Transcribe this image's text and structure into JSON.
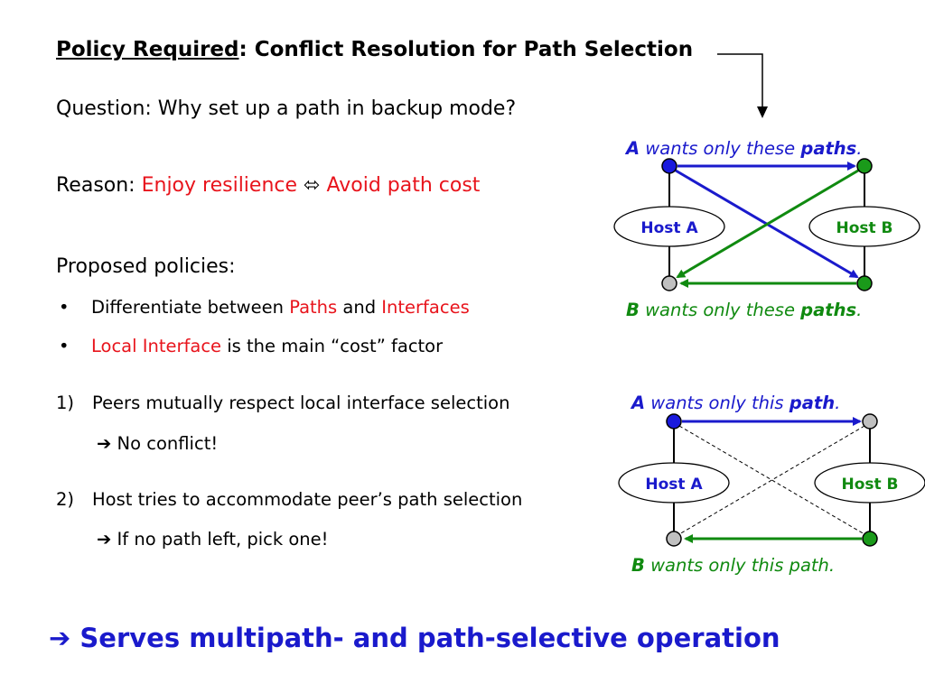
{
  "title": {
    "underlined": "Policy Required",
    "rest": ": Conflict Resolution for Path Selection"
  },
  "question": "Question: Why set up a path in backup mode?",
  "reason": {
    "prefix": "Reason: ",
    "a": "Enjoy resilience",
    "symbol": "⬄",
    "b": "Avoid path cost"
  },
  "proposed_heading": "Proposed policies:",
  "bullets": [
    {
      "parts": [
        "Differentiate between ",
        "Paths",
        " and ",
        "Interfaces"
      ]
    },
    {
      "parts": [
        "Local Interface",
        " is the main “cost” factor"
      ]
    }
  ],
  "numbered": [
    {
      "num": "1)",
      "text": "Peers mutually respect local interface selection",
      "sub": "No conflict!"
    },
    {
      "num": "2)",
      "text": "Host tries to accommodate peer’s path selection",
      "sub": "If no path left, pick one!"
    }
  ],
  "arrow_glyph": "➔",
  "conclusion": "Serves multipath- and path-selective operation",
  "diagram1": {
    "top_caption": {
      "lead": "A",
      "mid": " wants only these ",
      "bold": "paths",
      "end": "."
    },
    "bottom_caption": {
      "lead": "B",
      "mid": " wants only these ",
      "bold": "paths",
      "end": "."
    },
    "host_a": "Host A",
    "host_b": "Host B"
  },
  "diagram2": {
    "top_caption": {
      "lead": "A",
      "mid": " wants only this ",
      "bold": "path",
      "end": "."
    },
    "bottom_caption": {
      "lead": "B",
      "mid": " wants only this path."
    },
    "host_a": "Host A",
    "host_b": "Host B"
  },
  "colors": {
    "blue": "#1a1acc",
    "green": "#108a10",
    "red": "#e8141c",
    "gray": "#c0c0c0",
    "node_blue": "#1a1add",
    "node_green": "#1a9a1a"
  }
}
